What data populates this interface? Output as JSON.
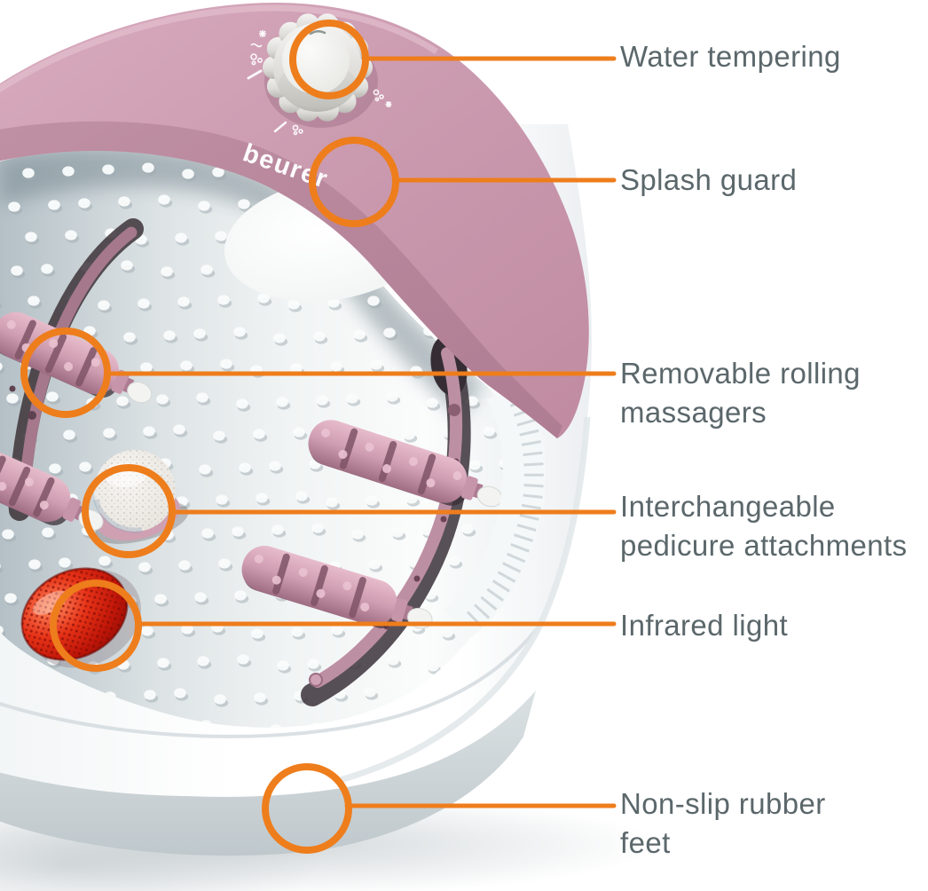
{
  "brand": {
    "logo_text": "beurer"
  },
  "colors": {
    "accent_orange": "#ee7d1c",
    "label_gray": "#5b676b",
    "hood_pink": "#c794a9",
    "roller_pink": "#d2a0b3",
    "infrared_red": "#cb1a0b"
  },
  "features": [
    {
      "id": "water-tempering",
      "line1": "Water tempering",
      "line2": ""
    },
    {
      "id": "splash-guard",
      "line1": "Splash guard",
      "line2": ""
    },
    {
      "id": "rolling-massagers",
      "line1": "Removable rolling",
      "line2": "massagers"
    },
    {
      "id": "pedicure-attachments",
      "line1": "Interchangeable",
      "line2": "pedicure attachments"
    },
    {
      "id": "infrared-light",
      "line1": "Infrared light",
      "line2": ""
    },
    {
      "id": "non-slip-feet",
      "line1": "Non-slip rubber",
      "line2": "feet"
    }
  ]
}
